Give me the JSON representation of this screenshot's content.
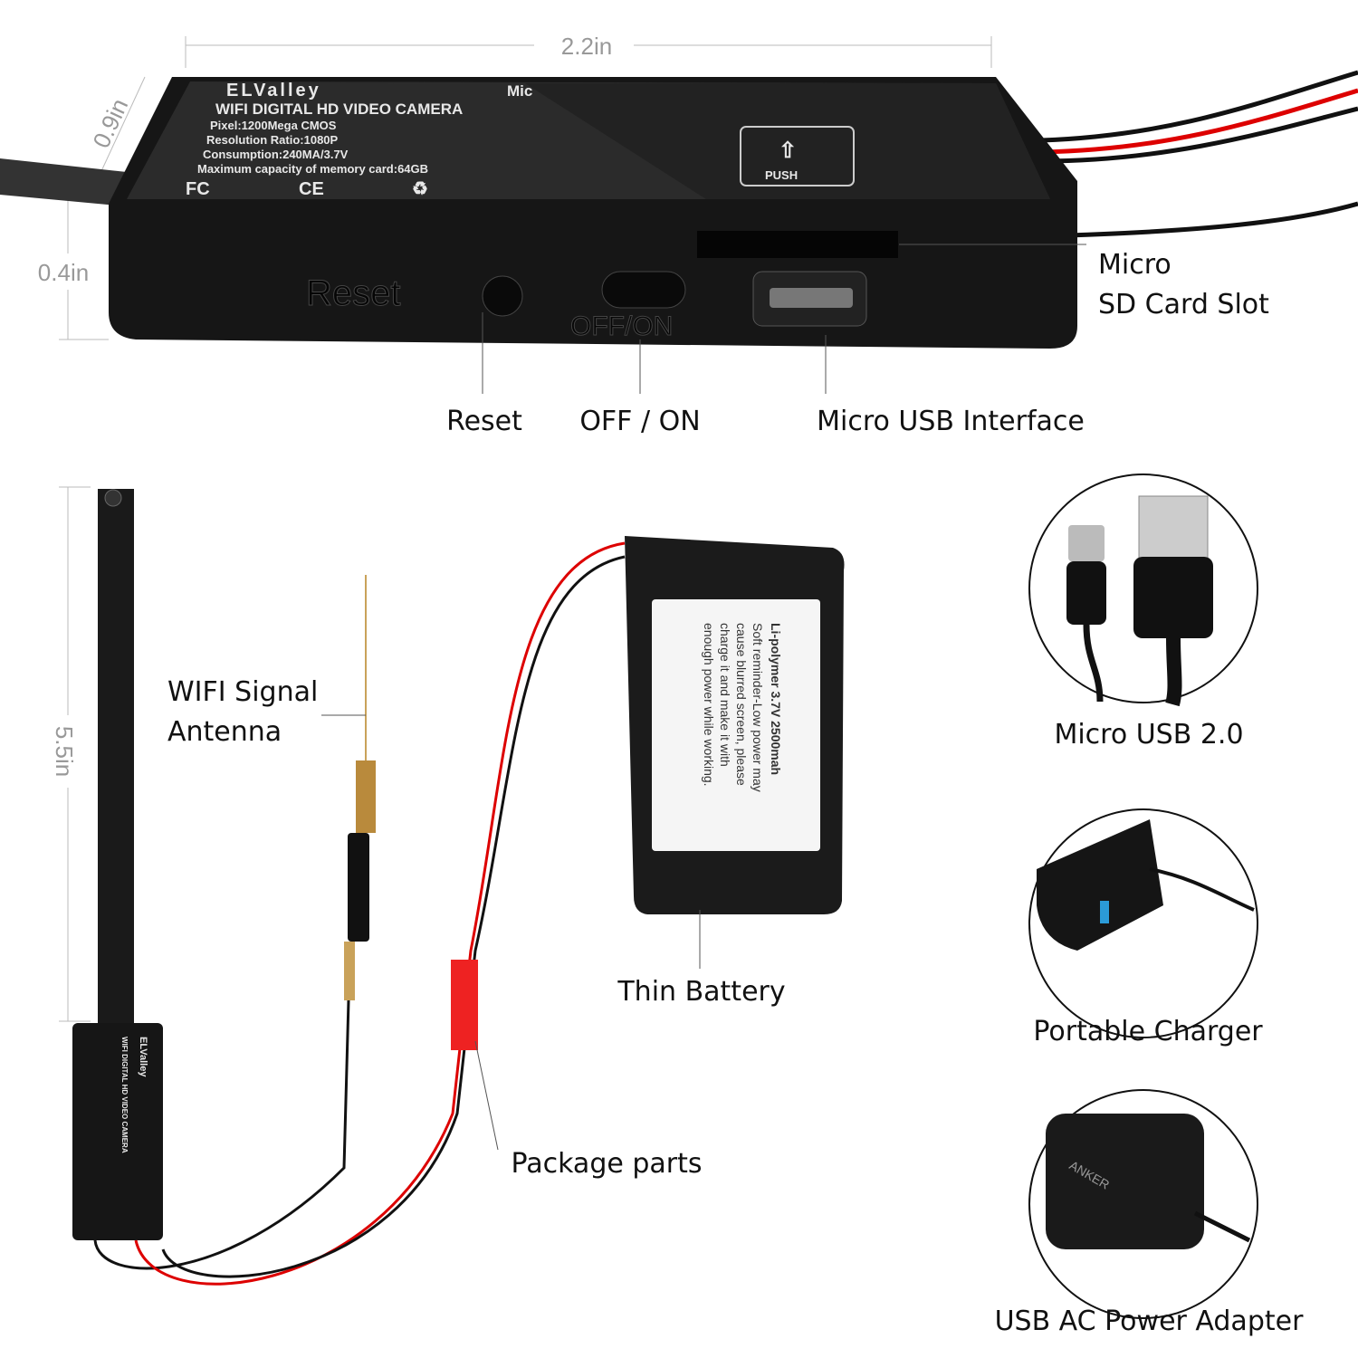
{
  "dimensions": {
    "width": "2.2in",
    "depth": "0.9in",
    "height": "0.4in",
    "length": "5.5in"
  },
  "device_label": {
    "brand": "ELValley",
    "mic": "Mic",
    "title": "WIFI DIGITAL HD VIDEO CAMERA",
    "lines": [
      "Pixel:1200Mega CMOS",
      "Resolution Ratio:1080P",
      "Consumption:240MA/3.7V",
      "Maximum capacity of memory card:64GB"
    ],
    "cert": [
      "FC",
      "CE"
    ],
    "push": "PUSH",
    "reset": "Reset",
    "switch": "OFF/ON"
  },
  "callouts": {
    "sd_slot": [
      "Micro",
      "SD Card Slot"
    ],
    "reset": "Reset",
    "off_on": "OFF / ON",
    "usb": "Micro USB Interface",
    "antenna": [
      "WIFI Signal",
      "Antenna"
    ],
    "battery": "Thin Battery",
    "package": "Package parts"
  },
  "battery_label": {
    "lines": [
      "Li-polymer  3.7V  2500mah",
      "Soft reminder-Low power may",
      "cause blurred screen, please",
      "charge it and make  it  with",
      "enough power while working."
    ]
  },
  "accessories": [
    {
      "label": "Micro USB 2.0"
    },
    {
      "label": "Portable Charger"
    },
    {
      "label": "USB AC Power Adapter",
      "brand": "ANKER"
    }
  ]
}
